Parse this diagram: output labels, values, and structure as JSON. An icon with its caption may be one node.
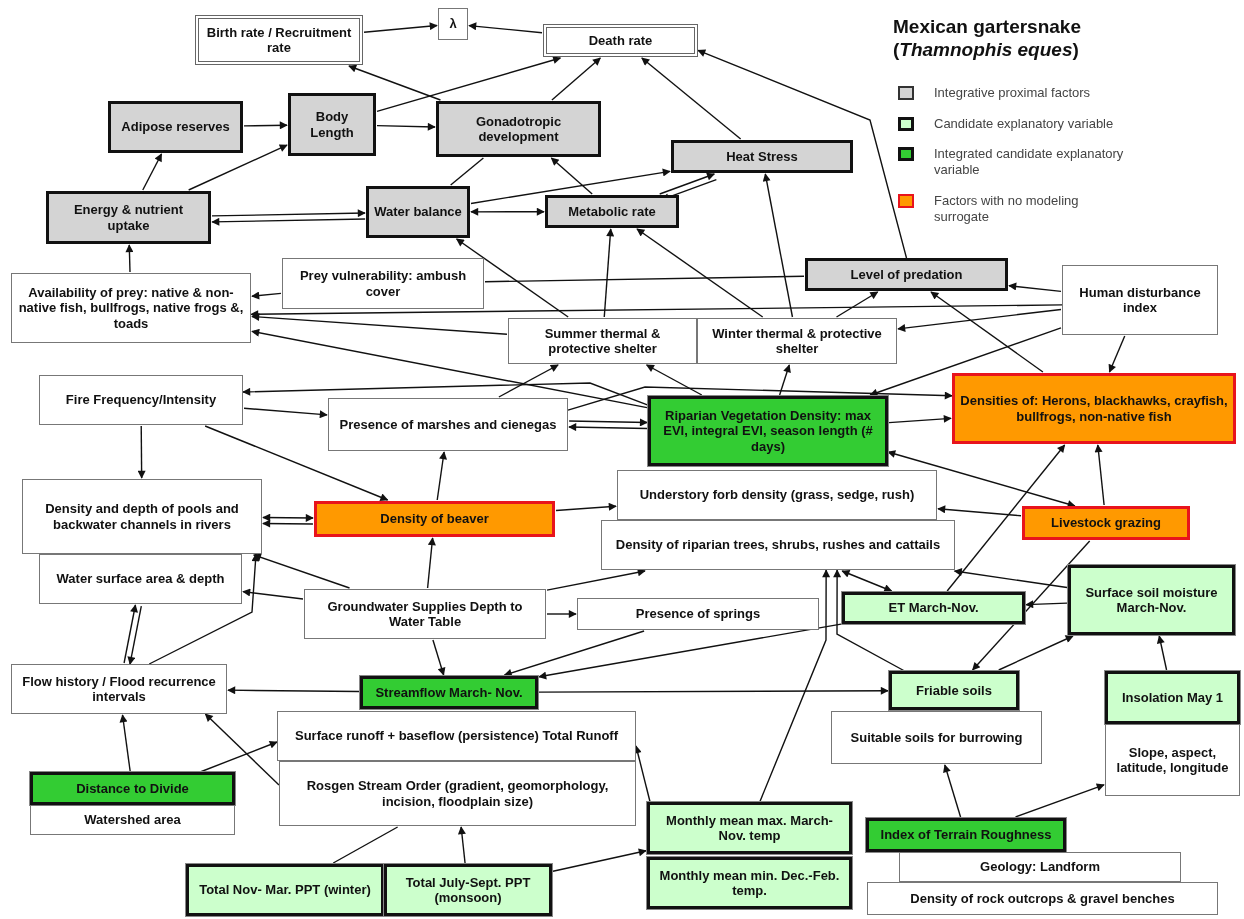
{
  "diagram": {
    "title": "Mexican gartersnake (*Thamnophis eques*)",
    "nodes": [
      {
        "text": [
          "Birth rate / Recruitment rate"
        ]
      },
      {
        "text": [
          "λ"
        ]
      },
      {
        "text": [
          "Death rate"
        ]
      },
      {
        "text": [
          "Adipose reserves"
        ]
      },
      {
        "text": [
          "Body Length"
        ]
      },
      {
        "text": [
          "Gonadotropic development"
        ]
      },
      {
        "text": [
          "Heat Stress"
        ]
      },
      {
        "text": [
          "Energy & nutrient uptake"
        ]
      },
      {
        "text": [
          "Water balance"
        ]
      },
      {
        "text": [
          "Metabolic rate"
        ]
      },
      {
        "text": [
          "Availability of prey: native & non-native fish, bullfrogs, native frogs &, toads"
        ]
      },
      {
        "text": [
          "Prey vulnerability: ambush cover"
        ]
      },
      {
        "text": [
          "Level of predation"
        ]
      },
      {
        "text": [
          "Human disturbance index"
        ]
      },
      {
        "text": [
          "Summer thermal & protective shelter"
        ]
      },
      {
        "text": [
          "Winter thermal & protective shelter"
        ]
      },
      {
        "text": [
          "Fire Frequency/Intensity"
        ]
      },
      {
        "text": [
          "Presence of marshes and cienegas"
        ]
      },
      {
        "text": [
          "Riparian Vegetation Density: max EVI, integral EVI, season length (# days)"
        ]
      },
      {
        "text": [
          "Densities of: Herons, blackhawks, crayfish, bullfrogs, non-native fish"
        ]
      },
      {
        "text": [
          "Density and depth of pools and backwater channels in rivers"
        ]
      },
      {
        "text": [
          "Density of beaver"
        ]
      },
      {
        "text": [
          "Understory forb density (grass, sedge, rush)"
        ]
      },
      {
        "text": [
          "Density of riparian trees, shrubs, rushes and cattails"
        ]
      },
      {
        "text": [
          "Livestock grazing"
        ]
      },
      {
        "text": [
          "Water surface area & depth"
        ]
      },
      {
        "text": [
          "Groundwater Supplies Depth to Water Table"
        ]
      },
      {
        "text": [
          "Presence of springs"
        ]
      },
      {
        "text": [
          "ET March-Nov."
        ]
      },
      {
        "text": [
          "Surface soil moisture March-Nov."
        ]
      },
      {
        "text": [
          "Flow history / Flood recurrence intervals"
        ]
      },
      {
        "text": [
          "Streamflow March- Nov."
        ]
      },
      {
        "text": [
          "Friable soils"
        ]
      },
      {
        "text": [
          "Insolation May 1"
        ]
      },
      {
        "text": [
          "Surface runoff + baseflow (persistence) Total Runoff"
        ]
      },
      {
        "text": [
          "Suitable soils for burrowing"
        ]
      },
      {
        "text": [
          "Slope, aspect, latitude, longitude"
        ]
      },
      {
        "text": [
          "Rosgen Stream Order (gradient, geomorphology, incision, floodplain size)"
        ]
      },
      {
        "text": [
          "Distance to Divide"
        ]
      },
      {
        "text": [
          "Watershed area"
        ]
      },
      {
        "text": [
          "Monthly mean max. March-Nov. temp"
        ]
      },
      {
        "text": [
          "Monthly mean min. Dec.-Feb. temp."
        ]
      },
      {
        "text": [
          "Index of Terrain Roughness"
        ]
      },
      {
        "text": [
          "Geology: Landform"
        ]
      },
      {
        "text": [
          "Density of rock outcrops & gravel benches"
        ]
      },
      {
        "text": [
          "Total Nov- Mar. PPT (winter)"
        ]
      },
      {
        "text": [
          "Total July-Sept. PPT (monsoon)"
        ]
      }
    ],
    "edges": [
      {
        "from": 0,
        "to": 1,
        "arrow": "to"
      },
      {
        "from": 2,
        "to": 1,
        "arrow": "to"
      },
      {
        "from": 5,
        "to": 0,
        "arrow": "to"
      },
      {
        "from": 4,
        "to": 2,
        "arrow": "to"
      },
      {
        "from": 5,
        "to": 2,
        "arrow": "to"
      },
      {
        "from": 4,
        "to": 5,
        "arrow": "to"
      },
      {
        "from": 3,
        "to": 4,
        "arrow": "to"
      },
      {
        "from": 7,
        "to": 3,
        "arrow": "to"
      },
      {
        "from": 7,
        "to": 4,
        "arrow": "to"
      },
      {
        "from": 7,
        "to": 8,
        "arrow": "to"
      },
      {
        "from": 8,
        "to": 7,
        "arrow": "to"
      },
      {
        "from": 8,
        "to": 9,
        "arrow": "both"
      },
      {
        "from": 5,
        "to": 8,
        "arrow": "none"
      },
      {
        "from": 8,
        "to": 6,
        "arrow": "to"
      },
      {
        "from": 9,
        "to": 5,
        "arrow": "to"
      },
      {
        "from": 9,
        "to": 6,
        "arrow": "to"
      },
      {
        "from": 6,
        "to": 9,
        "arrow": "to"
      },
      {
        "from": 6,
        "to": 2,
        "arrow": "to"
      },
      {
        "from": 12,
        "to": 2,
        "arrow": "to"
      },
      {
        "from": 14,
        "to": 8,
        "arrow": "to"
      },
      {
        "from": 14,
        "to": 9,
        "arrow": "to"
      },
      {
        "from": 15,
        "to": 9,
        "arrow": "to"
      },
      {
        "from": 15,
        "to": 6,
        "arrow": "to"
      },
      {
        "from": 15,
        "to": 12,
        "arrow": "to"
      },
      {
        "from": 11,
        "to": 12,
        "arrow": "none"
      },
      {
        "from": 11,
        "to": 10,
        "arrow": "to"
      },
      {
        "from": 14,
        "to": 10,
        "arrow": "to"
      },
      {
        "from": 13,
        "to": 10,
        "arrow": "to"
      },
      {
        "from": 13,
        "to": 12,
        "arrow": "to"
      },
      {
        "from": 13,
        "to": 15,
        "arrow": "to"
      },
      {
        "from": 13,
        "to": 19,
        "arrow": "to"
      },
      {
        "from": 19,
        "to": 12,
        "arrow": "to"
      },
      {
        "from": 13,
        "to": 18,
        "arrow": "to"
      },
      {
        "from": 17,
        "to": 14,
        "arrow": "to"
      },
      {
        "from": 18,
        "to": 14,
        "arrow": "to"
      },
      {
        "from": 18,
        "to": 15,
        "arrow": "to"
      },
      {
        "from": 16,
        "to": 17,
        "arrow": "to"
      },
      {
        "from": 18,
        "to": 16,
        "arrow": "to"
      },
      {
        "from": 18,
        "to": 10,
        "arrow": "to"
      },
      {
        "from": 18,
        "to": 17,
        "arrow": "to"
      },
      {
        "from": 17,
        "to": 18,
        "arrow": "to"
      },
      {
        "from": 16,
        "to": 21,
        "arrow": "to"
      },
      {
        "from": 16,
        "to": 20,
        "arrow": "to"
      },
      {
        "from": 20,
        "to": 21,
        "arrow": "both"
      },
      {
        "from": 21,
        "to": 20,
        "arrow": "to"
      },
      {
        "from": 21,
        "to": 17,
        "arrow": "to"
      },
      {
        "from": 21,
        "to": 22,
        "arrow": "to"
      },
      {
        "from": 26,
        "to": 23,
        "arrow": "to"
      },
      {
        "from": 26,
        "to": 21,
        "arrow": "to"
      },
      {
        "from": 26,
        "to": 20,
        "arrow": "to"
      },
      {
        "from": 26,
        "to": 25,
        "arrow": "to"
      },
      {
        "from": 30,
        "to": 20,
        "arrow": "to"
      },
      {
        "from": 30,
        "to": 25,
        "arrow": "to"
      },
      {
        "from": 25,
        "to": 30,
        "arrow": "to"
      },
      {
        "from": 26,
        "to": 31,
        "arrow": "to"
      },
      {
        "from": 31,
        "to": 30,
        "arrow": "to"
      },
      {
        "from": 31,
        "to": 32,
        "arrow": "to"
      },
      {
        "from": 27,
        "to": 31,
        "arrow": "to"
      },
      {
        "from": 28,
        "to": 31,
        "arrow": "to"
      },
      {
        "from": 26,
        "to": 27,
        "arrow": "to"
      },
      {
        "from": 40,
        "to": 23,
        "arrow": "to"
      },
      {
        "from": 40,
        "to": 34,
        "arrow": "to"
      },
      {
        "from": 23,
        "to": 28,
        "arrow": "both"
      },
      {
        "from": 32,
        "to": 23,
        "arrow": "to"
      },
      {
        "from": 32,
        "to": 29,
        "arrow": "to"
      },
      {
        "from": 29,
        "to": 28,
        "arrow": "to"
      },
      {
        "from": 29,
        "to": 23,
        "arrow": "to"
      },
      {
        "from": 24,
        "to": 32,
        "arrow": "to"
      },
      {
        "from": 24,
        "to": 22,
        "arrow": "to"
      },
      {
        "from": 24,
        "to": 19,
        "arrow": "to"
      },
      {
        "from": 28,
        "to": 19,
        "arrow": "to"
      },
      {
        "from": 18,
        "to": 24,
        "arrow": "both"
      },
      {
        "from": 33,
        "to": 29,
        "arrow": "to"
      },
      {
        "from": 42,
        "to": 35,
        "arrow": "to"
      },
      {
        "from": 42,
        "to": 36,
        "arrow": "to"
      },
      {
        "from": 38,
        "to": 30,
        "arrow": "to"
      },
      {
        "from": 38,
        "to": 34,
        "arrow": "to"
      },
      {
        "from": 37,
        "to": 30,
        "arrow": "to"
      },
      {
        "from": 45,
        "to": 37,
        "arrow": "none"
      },
      {
        "from": 46,
        "to": 37,
        "arrow": "to"
      },
      {
        "from": 46,
        "to": 40,
        "arrow": "to"
      },
      {
        "from": 10,
        "to": 7,
        "arrow": "to"
      },
      {
        "from": 18,
        "to": 19,
        "arrow": "to"
      },
      {
        "from": 17,
        "to": 19,
        "arrow": "to"
      }
    ],
    "legend": [
      {
        "text": "Integrative proximal factors",
        "color": "#d4d4d4"
      },
      {
        "text": "Candidate explanatory variable",
        "color": "#ccffcc"
      },
      {
        "text": "Integrated candidate explanatory variable",
        "color": "#33cc33"
      },
      {
        "text": "Factors with no modeling surrogate",
        "color": "#ff9900"
      }
    ]
  }
}
